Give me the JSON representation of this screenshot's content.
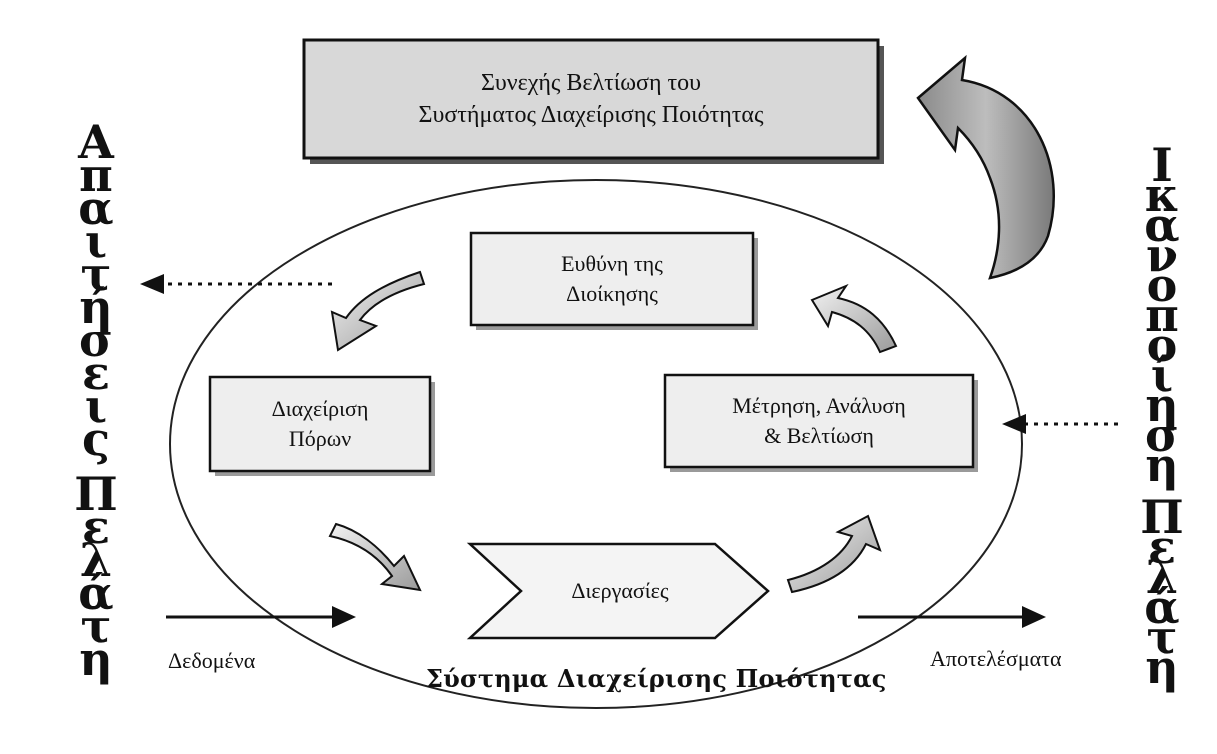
{
  "top_box": {
    "line1": "Συνεχής Βελτίωση του",
    "line2": "Συστήματος Διαχείρισης Ποιότητας"
  },
  "management_box": {
    "line1": "Ευθύνη της",
    "line2": "Διοίκησης"
  },
  "resources_box": {
    "line1": "Διαχείριση",
    "line2": "Πόρων"
  },
  "measurement_box": {
    "line1": "Μέτρηση, Ανάλυση",
    "line2": "& Βελτίωση"
  },
  "processes": {
    "label": "Διεργασίες"
  },
  "input_label": "Δεδομένα",
  "output_label": "Αποτελέσματα",
  "system_label": "Σύστημα Διαχείρισης Ποιότητας",
  "left_side": {
    "word1": [
      "Α",
      "π",
      "α",
      "ι",
      "τ",
      "ή",
      "σ",
      "ε",
      "ι",
      "ς"
    ],
    "word2": [
      "Π",
      "ε",
      "λ",
      "ά",
      "τ",
      "η"
    ]
  },
  "right_side": {
    "word1": [
      "Ι",
      "κ",
      "α",
      "ν",
      "ο",
      "π",
      "ο",
      "ί",
      "η",
      "σ",
      "η"
    ],
    "word2": [
      "Π",
      "ε",
      "λ",
      "ά",
      "τ",
      "η"
    ]
  },
  "colors": {
    "box_fill": "#eeeeee",
    "top_fill": "#d8d8d8",
    "arrow_fill": "#b8b8b8",
    "line": "#111111"
  }
}
